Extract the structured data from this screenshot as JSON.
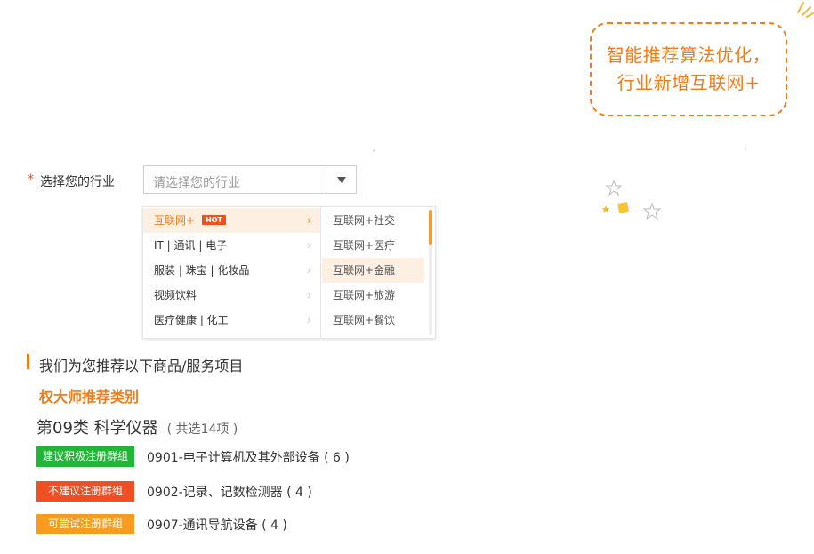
{
  "colors": {
    "accent": "#f07c1a",
    "hot": "#e8541e",
    "tag_green": "#22b537",
    "tag_red": "#f04e23",
    "tag_orange": "#f79c1e"
  },
  "promo": {
    "line1": "智能推荐算法优化，",
    "line2": "行业新增互联网+"
  },
  "industry": {
    "required_mark": "*",
    "label": "选择您的行业",
    "placeholder": "请选择您的行业",
    "caret_icon": "triangle-down-icon"
  },
  "dropdown": {
    "categories": [
      {
        "label": "互联网+",
        "badge": "HOT",
        "chevron": "›"
      },
      {
        "label": "IT | 通讯 | 电子",
        "chevron": "›"
      },
      {
        "label": "服装 | 珠宝 | 化妆品",
        "chevron": "›"
      },
      {
        "label": "视频饮料",
        "chevron": "›"
      },
      {
        "label": "医疗健康 | 化工",
        "chevron": "›"
      }
    ],
    "subcategories": [
      "互联网+社交",
      "互联网+医疗",
      "互联网+金融",
      "互联网+旅游",
      "互联网+餐饮"
    ],
    "highlighted_sub": "互联网+金融"
  },
  "recommend": {
    "section_title": "我们为您推荐以下商品/服务项目",
    "master_title": "权大师推荐类别",
    "class_title": "第09类 科学仪器",
    "class_count": "( 共选14项 )",
    "groups": [
      {
        "tag": "建议积极注册群组",
        "text": "0901-电子计算机及其外部设备 ( 6 )"
      },
      {
        "tag": "不建议注册群组",
        "text": "0902-记录、记数检测器 ( 4 )"
      },
      {
        "tag": "可尝试注册群组",
        "text": "0907-通讯导航设备 ( 4 )"
      }
    ]
  }
}
